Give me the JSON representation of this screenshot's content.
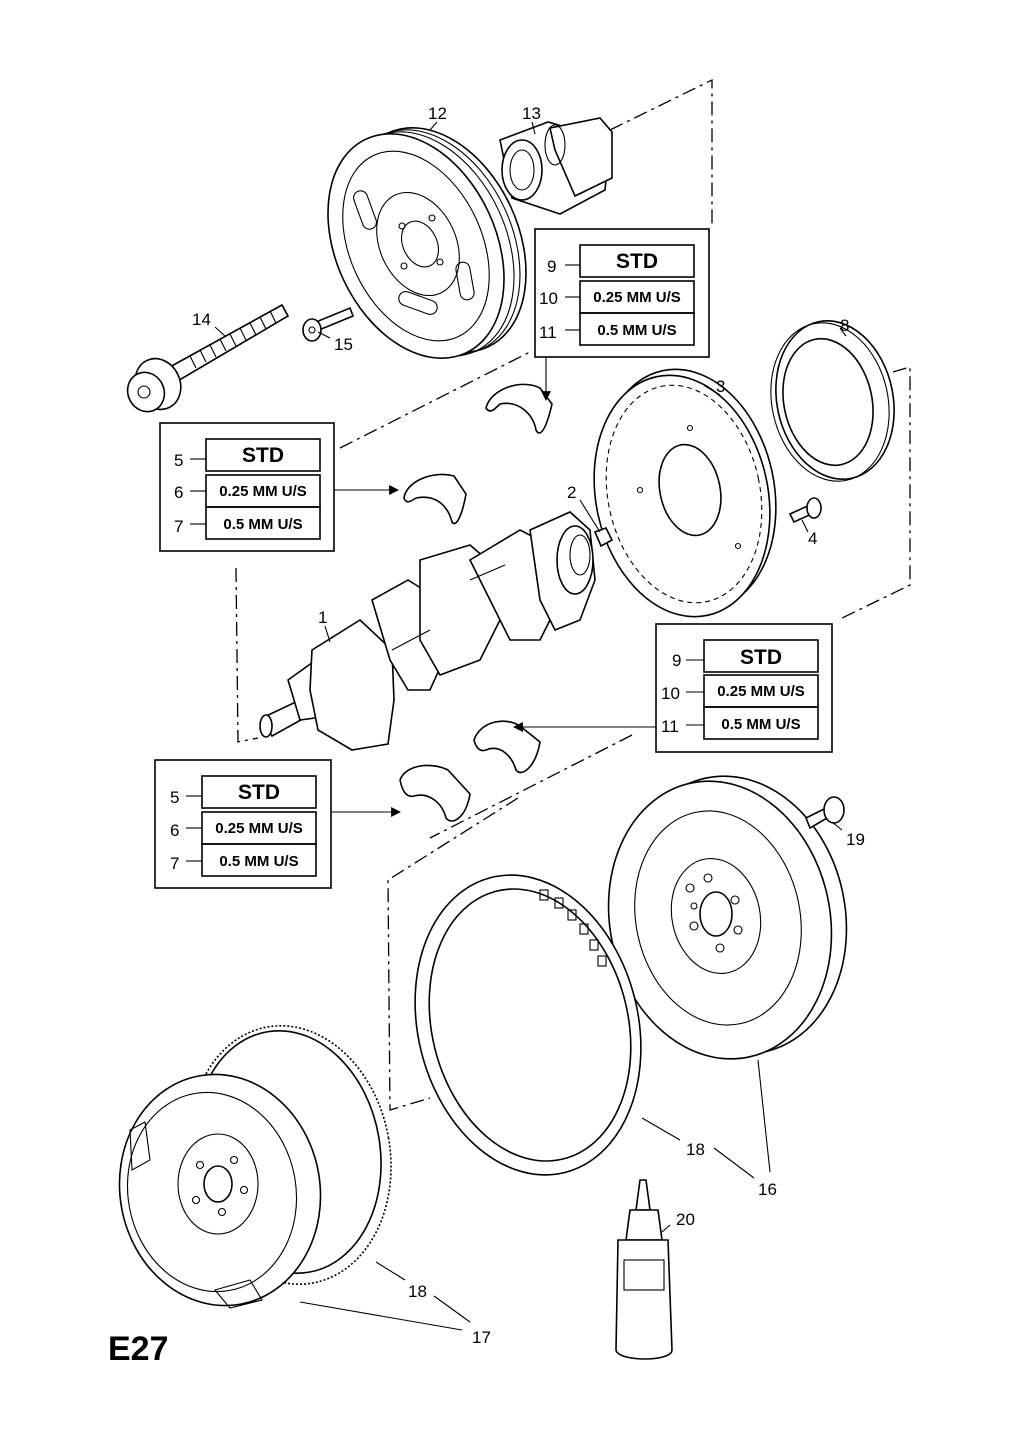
{
  "page_code": "E27",
  "callouts": {
    "c1": "1",
    "c2": "2",
    "c3": "3",
    "c4": "4",
    "c8": "8",
    "c12": "12",
    "c13": "13",
    "c14": "14",
    "c15": "15",
    "c16": "16",
    "c17": "17",
    "c18a": "18",
    "c18b": "18",
    "c19": "19",
    "c20": "20"
  },
  "boxes": {
    "main_top": {
      "rows": [
        {
          "num": "9",
          "text": "STD"
        },
        {
          "num": "10",
          "text": "0.25 MM U/S"
        },
        {
          "num": "11",
          "text": "0.5  MM U/S"
        }
      ]
    },
    "main_bottom": {
      "rows": [
        {
          "num": "9",
          "text": "STD"
        },
        {
          "num": "10",
          "text": "0.25 MM U/S"
        },
        {
          "num": "11",
          "text": "0.5  MM U/S"
        }
      ]
    },
    "conrod_top": {
      "rows": [
        {
          "num": "5",
          "text": "STD"
        },
        {
          "num": "6",
          "text": "0.25 MM U/S"
        },
        {
          "num": "7",
          "text": "0.5  MM U/S"
        }
      ]
    },
    "conrod_bottom": {
      "rows": [
        {
          "num": "5",
          "text": "STD"
        },
        {
          "num": "6",
          "text": "0.25 MM U/S"
        },
        {
          "num": "7",
          "text": "0.5  MM U/S"
        }
      ]
    }
  }
}
